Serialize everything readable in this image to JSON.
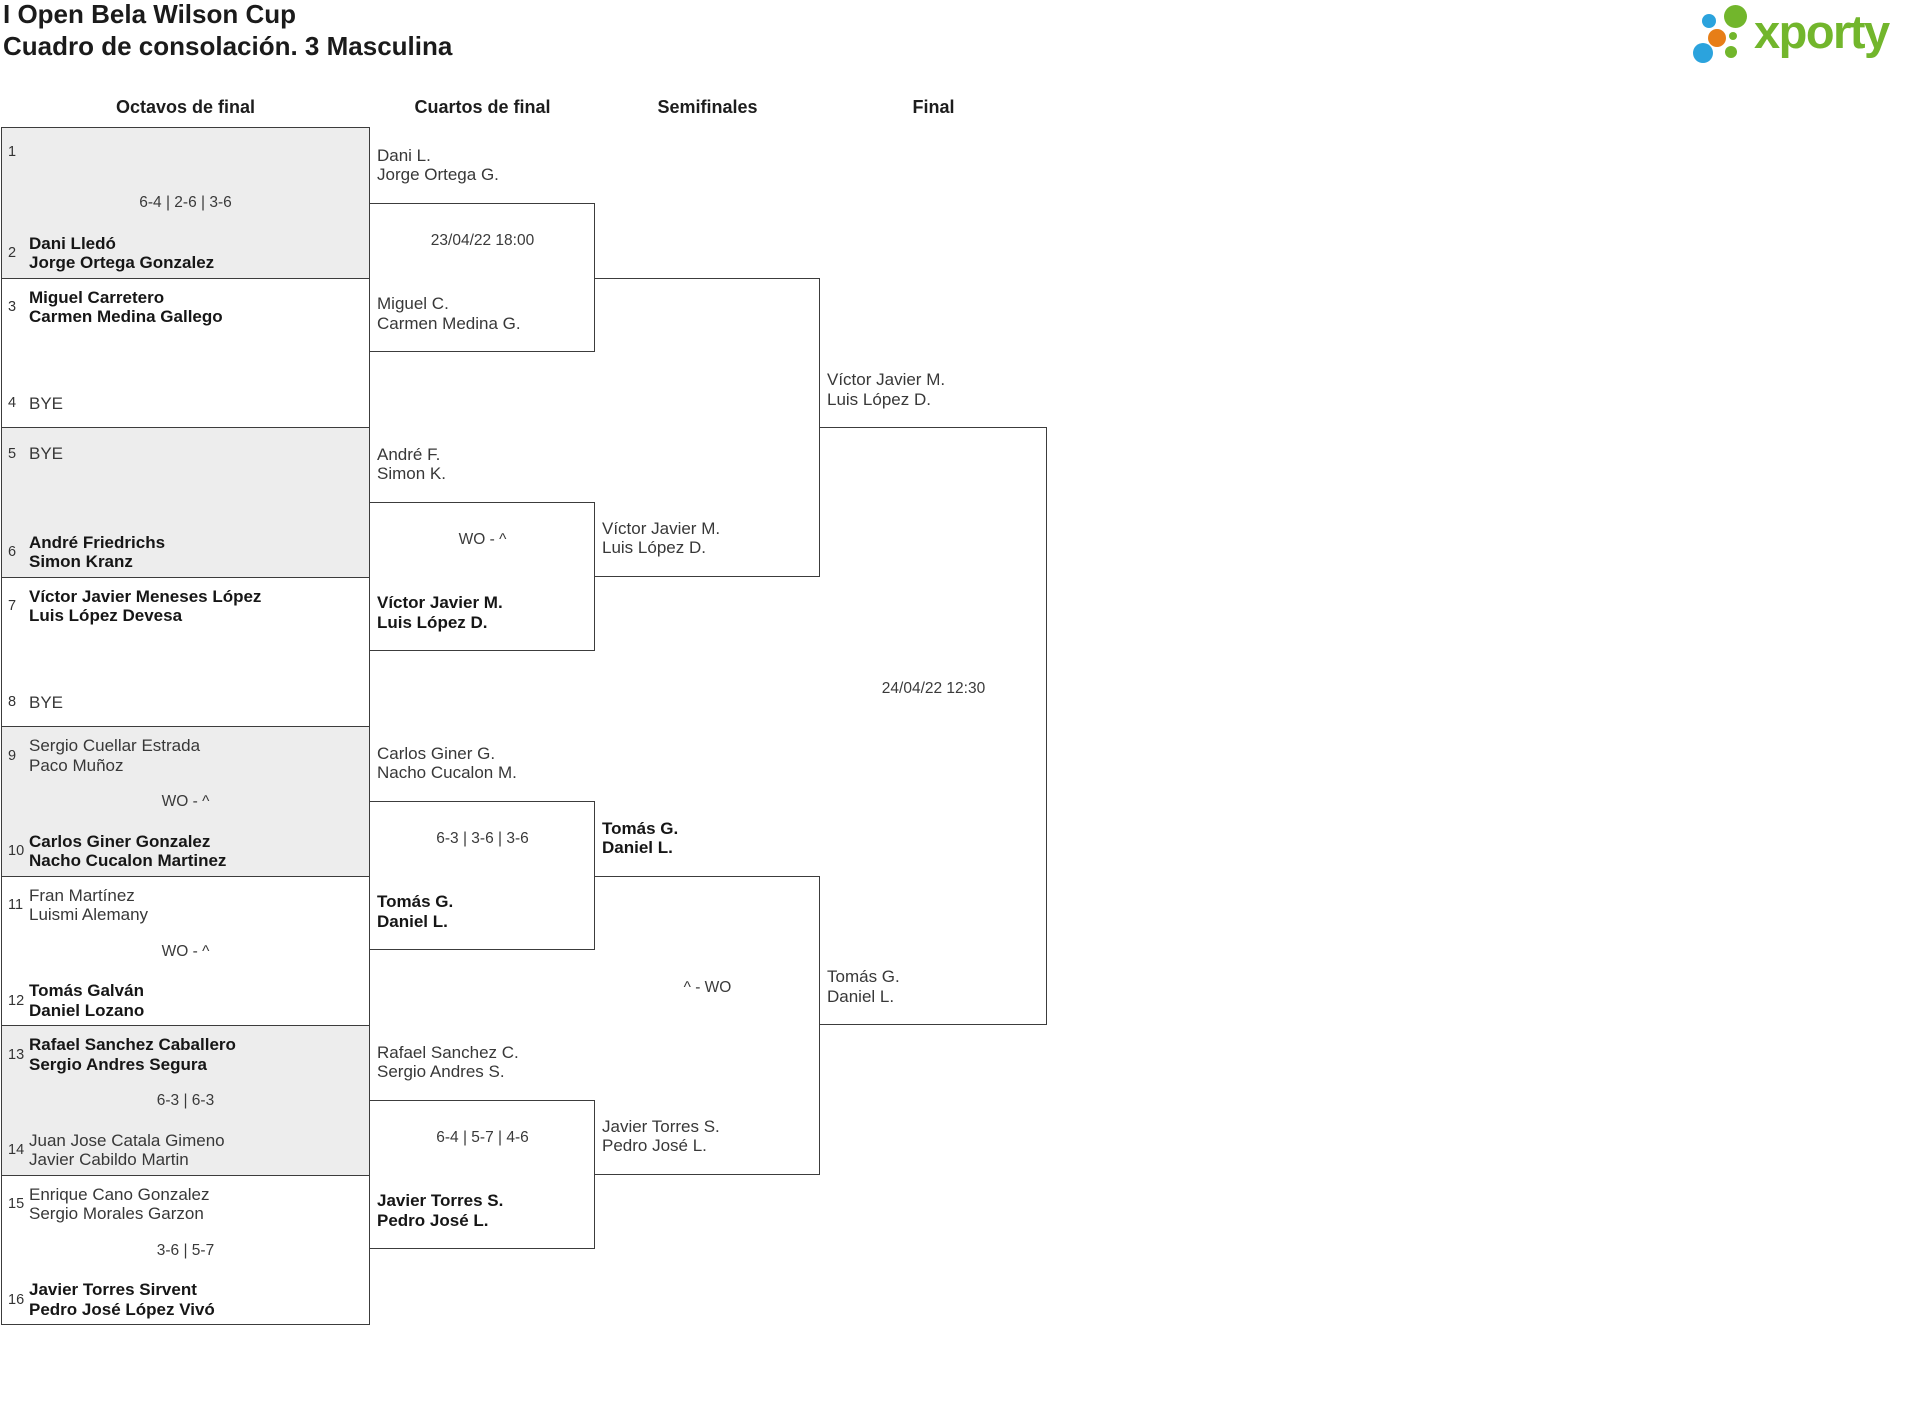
{
  "header": {
    "title": "I Open Bela Wilson Cup",
    "subtitle": "Cuadro de consolación. 3 Masculina"
  },
  "logo": {
    "text": "xporty",
    "colors": {
      "green": "#72b62c",
      "blue": "#2ba3dd",
      "orange": "#e77e17"
    }
  },
  "rounds": [
    "Octavos de final",
    "Cuartos de final",
    "Semifinales",
    "Final"
  ],
  "octavos": [
    {
      "score": "6-4 | 2-6 | 3-6",
      "teamA": {
        "num": "1",
        "names": [],
        "winner": false
      },
      "teamB": {
        "num": "2",
        "names": [
          "Dani Lledó",
          "Jorge Ortega Gonzalez"
        ],
        "winner": true
      }
    },
    {
      "score": "",
      "teamA": {
        "num": "3",
        "names": [
          "Miguel Carretero",
          "Carmen Medina Gallego"
        ],
        "winner": true
      },
      "teamB": {
        "num": "4",
        "names": [
          "BYE"
        ],
        "winner": false
      }
    },
    {
      "score": "",
      "teamA": {
        "num": "5",
        "names": [
          "BYE"
        ],
        "winner": false
      },
      "teamB": {
        "num": "6",
        "names": [
          "André Friedrichs",
          "Simon Kranz"
        ],
        "winner": true
      }
    },
    {
      "score": "",
      "teamA": {
        "num": "7",
        "names": [
          "Víctor Javier Meneses López",
          "Luis López Devesa"
        ],
        "winner": true
      },
      "teamB": {
        "num": "8",
        "names": [
          "BYE"
        ],
        "winner": false
      }
    },
    {
      "score": "WO - ^",
      "teamA": {
        "num": "9",
        "names": [
          "Sergio Cuellar Estrada",
          "Paco Muñoz"
        ],
        "winner": false
      },
      "teamB": {
        "num": "10",
        "names": [
          "Carlos Giner Gonzalez",
          "Nacho Cucalon Martinez"
        ],
        "winner": true
      }
    },
    {
      "score": "WO - ^",
      "teamA": {
        "num": "11",
        "names": [
          "Fran Martínez",
          "Luismi Alemany"
        ],
        "winner": false
      },
      "teamB": {
        "num": "12",
        "names": [
          "Tomás Galván",
          "Daniel Lozano"
        ],
        "winner": true
      }
    },
    {
      "score": "6-3 | 6-3",
      "teamA": {
        "num": "13",
        "names": [
          "Rafael Sanchez Caballero",
          "Sergio Andres Segura"
        ],
        "winner": true
      },
      "teamB": {
        "num": "14",
        "names": [
          "Juan Jose Catala Gimeno",
          "Javier Cabildo Martin"
        ],
        "winner": false
      }
    },
    {
      "score": "3-6 | 5-7",
      "teamA": {
        "num": "15",
        "names": [
          "Enrique Cano Gonzalez",
          "Sergio Morales Garzon"
        ],
        "winner": false
      },
      "teamB": {
        "num": "16",
        "names": [
          "Javier Torres Sirvent",
          "Pedro José López Vivó"
        ],
        "winner": true
      }
    }
  ],
  "quarters": [
    {
      "teamA": {
        "names": [
          "Dani L.",
          "Jorge Ortega G."
        ],
        "winner": false
      },
      "teamB": {
        "names": [
          "Miguel C.",
          "Carmen Medina G."
        ],
        "winner": false
      },
      "center": "23/04/22 18:00",
      "center_kind": "date"
    },
    {
      "teamA": {
        "names": [
          "André F.",
          "Simon K."
        ],
        "winner": false
      },
      "teamB": {
        "names": [
          "Víctor Javier M.",
          "Luis López D."
        ],
        "winner": true
      },
      "center": "WO - ^",
      "center_kind": "score"
    },
    {
      "teamA": {
        "names": [
          "Carlos Giner G.",
          "Nacho Cucalon M."
        ],
        "winner": false
      },
      "teamB": {
        "names": [
          "Tomás G.",
          "Daniel L."
        ],
        "winner": true
      },
      "center": "6-3 | 3-6 | 3-6",
      "center_kind": "score"
    },
    {
      "teamA": {
        "names": [
          "Rafael Sanchez C.",
          "Sergio Andres S."
        ],
        "winner": false
      },
      "teamB": {
        "names": [
          "Javier Torres S.",
          "Pedro José L."
        ],
        "winner": true
      },
      "center": "6-4 | 5-7 | 4-6",
      "center_kind": "score"
    }
  ],
  "semis": [
    {
      "teamA": {
        "names": [],
        "winner": false
      },
      "teamB": {
        "names": [
          "Víctor Javier M.",
          "Luis López D."
        ],
        "winner": false
      },
      "center": "",
      "center_kind": "score"
    },
    {
      "teamA": {
        "names": [
          "Tomás G.",
          "Daniel L."
        ],
        "winner": true
      },
      "teamB": {
        "names": [
          "Javier Torres S.",
          "Pedro José L."
        ],
        "winner": false
      },
      "center": "^ - WO",
      "center_kind": "score"
    }
  ],
  "final": {
    "teamA": {
      "names": [
        "Víctor Javier M.",
        "Luis López D."
      ],
      "winner": false
    },
    "teamB": {
      "names": [
        "Tomás G.",
        "Daniel L."
      ],
      "winner": false
    },
    "center": "24/04/22 12:30",
    "center_kind": "date"
  }
}
